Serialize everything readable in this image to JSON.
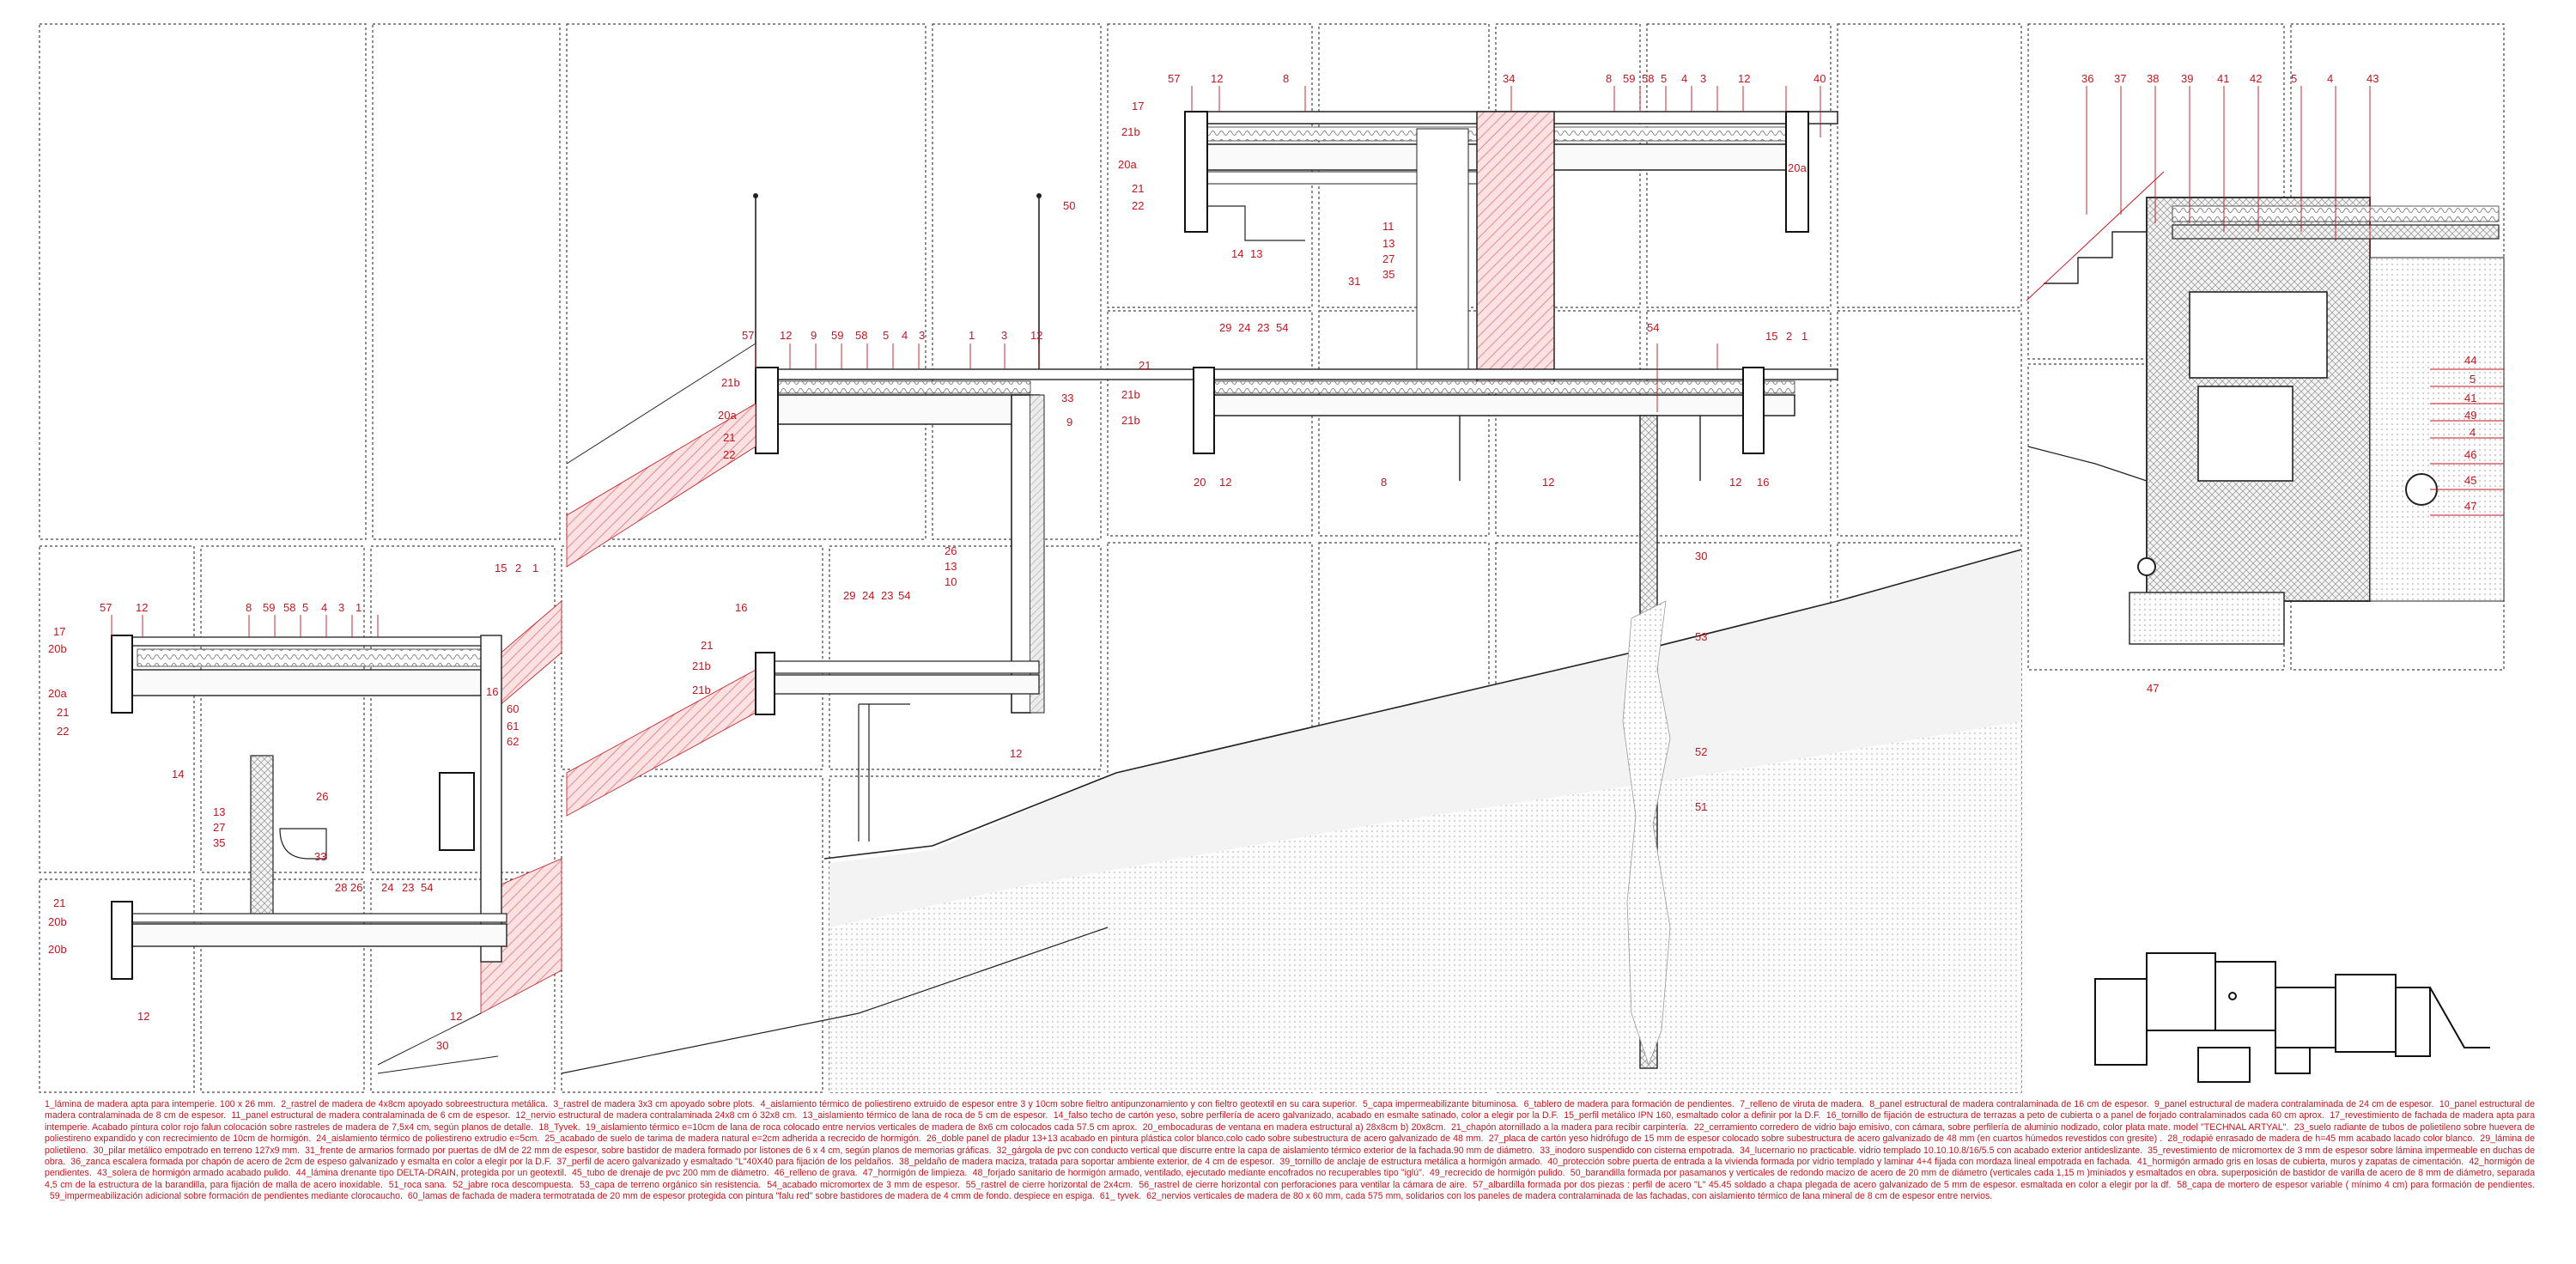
{
  "colors": {
    "accent": "#c0161f",
    "line": "#1a1a1a",
    "hatch": "#f2b8bb",
    "panel_dash": "#444444"
  },
  "labels": {
    "a1": [
      "57",
      "12",
      "9",
      "59",
      "58",
      "5",
      "4",
      "3",
      "1",
      "3",
      "12"
    ],
    "a2": [
      "21b",
      "20a",
      "21",
      "22",
      "33",
      "9",
      "50"
    ],
    "a3": [
      "57",
      "12",
      "8"
    ],
    "a4": [
      "17",
      "21b",
      "20a",
      "21",
      "22",
      "14",
      "13"
    ],
    "a5": [
      "34",
      "8",
      "59",
      "58",
      "5",
      "4",
      "3",
      "12",
      "40",
      "20a"
    ],
    "a6": [
      "11",
      "13",
      "27",
      "35",
      "31",
      "29",
      "24",
      "23",
      "54",
      "54"
    ],
    "a7": [
      "21",
      "21b",
      "21b",
      "20",
      "12",
      "8",
      "12",
      "12",
      "16",
      "15",
      "2",
      "1"
    ],
    "a8": [
      "30",
      "53",
      "52",
      "51"
    ],
    "a9": [
      "36",
      "37",
      "38",
      "39",
      "41",
      "42",
      "5",
      "4",
      "43",
      "44",
      "5",
      "41",
      "49",
      "4",
      "46",
      "45",
      "47",
      "47"
    ],
    "b1": [
      "57",
      "12",
      "8",
      "59",
      "58",
      "5",
      "4",
      "3",
      "1",
      "15",
      "2",
      "1"
    ],
    "b2": [
      "17",
      "20b",
      "20a",
      "21",
      "22",
      "14",
      "16",
      "60",
      "61",
      "62"
    ],
    "b3": [
      "13",
      "27",
      "35",
      "26",
      "33",
      "28",
      "26",
      "24",
      "23",
      "54"
    ],
    "b4": [
      "21",
      "20b",
      "20b",
      "12",
      "12",
      "30"
    ],
    "b5": [
      "16",
      "21",
      "21b",
      "21b",
      "29",
      "24",
      "23",
      "54",
      "26",
      "13",
      "10",
      "12"
    ]
  },
  "legend": [
    "1_lámina de madera apta para intemperie. 100 x 26 mm.",
    "2_rastrel de madera de 4x8cm apoyado sobreestructura metálica.",
    "3_rastrel de madera 3x3 cm apoyado sobre plots.",
    "4_aislamiento térmico de poliestireno extruido de espesor entre 3 y 10cm sobre fieltro antipunzonamiento y con fieltro geotextil en su cara superior.",
    "5_capa impermeabilizante bituminosa.",
    "6_tablero de madera para formación de pendientes.",
    "7_relleno de viruta de madera.",
    "8_panel estructural de madera contralaminada de 16 cm de espesor.",
    "9_panel estructural de madera contralaminada de 24 cm de espesor.",
    "10_panel estructural de madera contralaminada de 8 cm de espesor.",
    "11_panel estructural de madera contralaminada de 6 cm de espesor.",
    "12_nervio estructural de madera contralaminada 24x8 cm ó 32x8 cm.",
    "13_aislamiento térmico de lana de roca de 5 cm de espesor.",
    "14_falso techo de cartón yeso, sobre perfilería de acero galvanizado, acabado en esmalte satinado, color a elegir por la D.F.",
    "15_perfil metálico IPN 160, esmaltado color a definir por la D.F.",
    "16_tornillo de fijación de estructura de terrazas a peto de cubierta o a panel de forjado contralaminados cada 60 cm aprox.",
    "17_revestimiento de fachada de madera apta para intemperie. Acabado pintura color rojo falun colocación sobre rastreles de madera de 7,5x4 cm, según planos de detalle.",
    "18_Tyvek.",
    "19_aislamiento térmico e=10cm de lana de roca colocado entre nervios verticales de madera de 8x6 cm colocados cada 57.5 cm aprox.",
    "20_embocaduras de ventana en madera estructural a) 28x8cm b) 20x8cm.",
    "21_chapón atornillado a la madera para recibir carpintería.",
    "22_cerramiento corredero de vidrio bajo emisivo, con cámara, sobre perfilería de aluminio nodizado, color plata mate. model \"TECHNAL ARTYAL\".",
    "23_suelo radiante de tubos de polietileno sobre huevera de poliestireno expandido y con recrecimiento de 10cm de hormigón.",
    "24_aislamiento térmico de poliestireno extrudio e=5cm.",
    "25_acabado de suelo de tarima de madera natural e=2cm adherida a recrecido de hormigón.",
    "26_doble panel de pladur 13+13 acabado en pintura plástica color blanco.colo cado sobre subestructura de acero galvanizado de 48 mm.",
    "27_placa de cartón yeso hidrófugo de 15 mm de espesor colocado sobre subestructura de acero galvanizado de 48 mm (en cuartos húmedos revestidos con gresite) .",
    "28_rodapié enrasado de madera de h=45 mm acabado lacado color blanco.",
    "29_lámina de polietileno.",
    "30_pilar metálico empotrado en terreno 127x9 mm.",
    "31_frente de armarios formado por puertas de dM de 22 mm de espesor, sobre bastidor de madera formado por listones de 6 x 4 cm, según planos de memorias gráficas.",
    "32_gárgola de pvc con conducto vertical que discurre entre la capa de aislamiento térmico exterior de la fachada.90 mm de diámetro.",
    "33_inodoro suspendido con cisterna empotrada.",
    "34_lucernario no practicable. vidrio templado 10.10.10.8/16/5.5 con acabado exterior antideslizante.",
    "35_revestimiento de micromortex de 3 mm de espesor sobre lámina impermeable en duchas de obra.",
    "36_zanca escalera formada por chapón de acero de 2cm de espeso galvanizado y esmalta en color a elegir por la D.F.",
    "37_perfil de acero galvanizado y esmaltado \"L\"40X40 para fijación de los peldaños.",
    "38_peldaño de madera maciza, tratada para soportar ambiente exterior, de 4 cm de espesor.",
    "39_tornillo de anclaje de estructura metálica a hormigón armado.",
    "40_protección sobre puerta de entrada a la vivienda formada por vidrio templado y laminar 4+4 fijada con mordaza lineal empotrada en fachada.",
    "41_hormigón armado gris en losas de cubierta, muros y zapatas de cimentación.",
    "42_hormigón de pendientes.",
    "43_solera de hormigón armado acabado pulido.",
    "44_lámina drenante tipo DELTA-DRAIN, protegida por un geotextil.",
    "45_tubo de drenaje de pvc 200 mm de diámetro.",
    "46_relleno de grava.",
    "47_hormigón de limpieza.",
    "48_forjado sanitario de hormigón armado, ventilado, ejecutado mediante encofrados no recuperables tipo \"iglú\".",
    "49_recrecido de hormigón pulido.",
    "50_barandilla formada por pasamanos y verticales de redondo macizo de acero de 20 mm de diámetro (verticales cada 1,15 m )miniados y esmaltados en obra. superposición de bastidor de varilla de acero de 8 mm de diámetro, separada 4,5 cm de la estructura de la barandilla, para fijación de malla de acero inoxidable.",
    "51_roca sana.",
    "52_jabre roca descompuesta.",
    "53_capa de terreno orgánico sin resistencia.",
    "54_acabado micromortex de 3 mm de espesor.",
    "55_rastrel de cierre horizontal de 2x4cm.",
    "56_rastrel de cierre horizontal con perforaciones para ventilar la cámara de aire.",
    "57_albardilla formada por dos piezas : perfil de acero \"L\" 45.45 soldado a chapa plegada de acero galvanizado de 5 mm de espesor. esmaltada en color a elegir por la df.",
    "58_capa de mortero de espesor variable ( mínimo 4 cm) para formación de pendientes.",
    "59_impermeabilización adicional sobre formación de pendientes mediante clorocaucho.",
    "60_lamas de fachada de madera termotratada de 20 mm de espesor protegida con pintura \"falu red\" sobre bastidores de madera de 4 cmm de fondo. despiece en espiga.",
    "61_ tyvek.",
    "62_nervios verticales de madera de 80 x 60 mm, cada 575 mm, solidarios con los paneles de madera contralaminada de las fachadas, con aislamiento térmico de lana mineral de 8 cm de espesor entre nervios."
  ]
}
